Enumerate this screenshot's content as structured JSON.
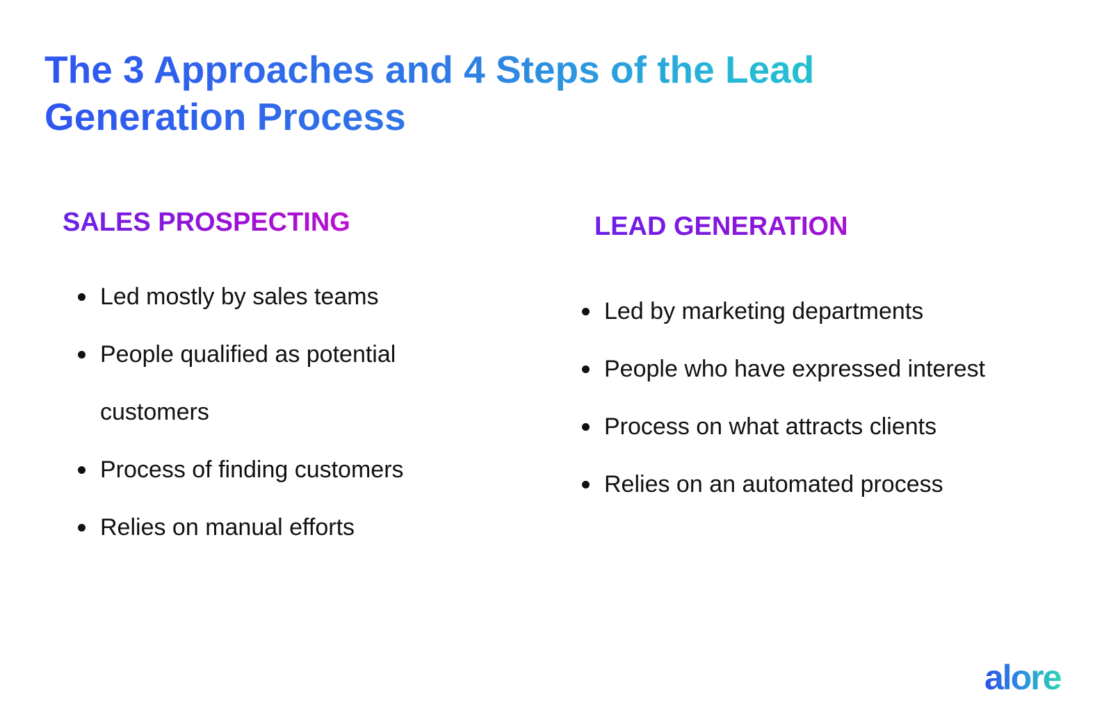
{
  "title": "The 3 Approaches and 4 Steps of the Lead Generation Process",
  "columns": [
    {
      "heading": "SALES PROSPECTING",
      "items": [
        "Led mostly by sales teams",
        "People qualified as potential customers",
        "Process of finding customers",
        "Relies on manual efforts"
      ]
    },
    {
      "heading": "LEAD GENERATION",
      "items": [
        "Led by marketing departments",
        "People who have expressed interest",
        "Process on what attracts clients",
        "Relies on an automated process"
      ]
    }
  ],
  "logo": {
    "text": "alore"
  },
  "colors": {
    "title_gradient_start": "#2f55f0",
    "title_gradient_end": "#22c7c9",
    "heading_gradient_start": "#6b22e6",
    "heading_gradient_end": "#b80fcf",
    "body_text": "#111111"
  }
}
